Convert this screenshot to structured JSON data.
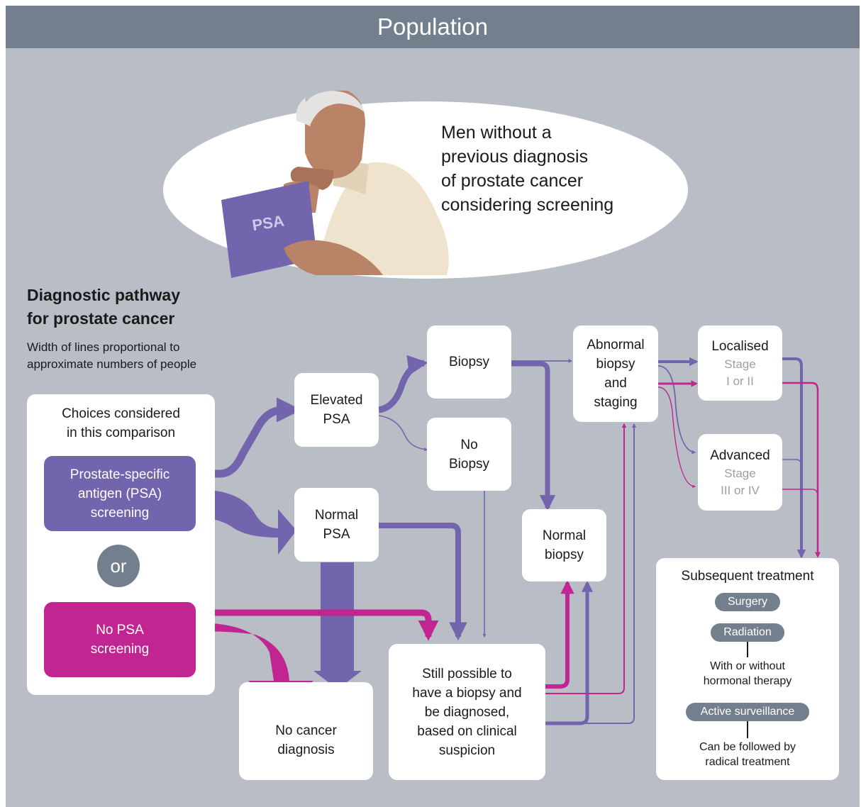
{
  "header": {
    "title": "Population"
  },
  "population_text": [
    "Men without a",
    "previous diagnosis",
    "of prostate cancer",
    "considering screening"
  ],
  "illustration": {
    "card_label": "PSA"
  },
  "pathway": {
    "title_lines": [
      "Diagnostic pathway",
      "for prostate cancer"
    ],
    "subtitle_lines": [
      "Width of lines proportional to",
      "approximate numbers of people"
    ]
  },
  "choices": {
    "heading_lines": [
      "Choices considered",
      "in this comparison"
    ],
    "psa_lines": [
      "Prostate-specific",
      "antigen (PSA)",
      "screening"
    ],
    "or_label": "or",
    "nopsa_lines": [
      "No PSA",
      "screening"
    ]
  },
  "nodes": {
    "elevated": [
      "Elevated",
      "PSA"
    ],
    "normal_psa": [
      "Normal",
      "PSA"
    ],
    "biopsy": [
      "Biopsy"
    ],
    "no_biopsy": [
      "No",
      "Biopsy"
    ],
    "abnormal": [
      "Abnormal",
      "biopsy",
      "and",
      "staging"
    ],
    "normal_biopsy": [
      "Normal",
      "biopsy"
    ],
    "localised": {
      "title": "Localised",
      "sub": [
        "Stage",
        "I or II"
      ]
    },
    "advanced": {
      "title": "Advanced",
      "sub": [
        "Stage",
        "III or IV"
      ]
    },
    "no_cancer": [
      "No cancer",
      "diagnosis"
    ],
    "still_possible": [
      "Still possible to",
      "have a biopsy and",
      "be diagnosed,",
      "based on clinical",
      "suspicion"
    ]
  },
  "treatment": {
    "title": "Subsequent treatment",
    "surgery": "Surgery",
    "radiation": "Radiation",
    "radiation_note": [
      "With or without",
      "hormonal therapy"
    ],
    "active": "Active surveillance",
    "active_note": [
      "Can be followed by",
      "radical treatment"
    ]
  },
  "colors": {
    "header": "#737f8c",
    "panel": "#b9bdc5",
    "psa": "#7364ae",
    "nopsa": "#c02591",
    "bubble": "#ffffff"
  }
}
